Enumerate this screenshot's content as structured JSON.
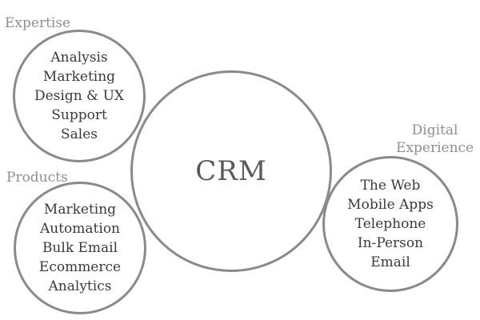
{
  "center": {
    "label": "CRM"
  },
  "expertise": {
    "heading": "Expertise",
    "items": [
      "Analysis",
      "Marketing",
      "Design & UX",
      "Support",
      "Sales"
    ]
  },
  "products": {
    "heading": "Products",
    "items": [
      "Marketing",
      "Automation",
      "Bulk Email",
      "Ecommerce",
      "Analytics"
    ]
  },
  "digital": {
    "heading_line1": "Digital",
    "heading_line2": "Experience",
    "items": [
      "The Web",
      "Mobile Apps",
      "Telephone",
      "In-Person",
      "Email"
    ]
  },
  "colors": {
    "circle_border": "#8a8a8a",
    "item_text": "#3a3a3a",
    "heading_text": "#8f8f8f",
    "center_text": "#5a5a5a"
  }
}
